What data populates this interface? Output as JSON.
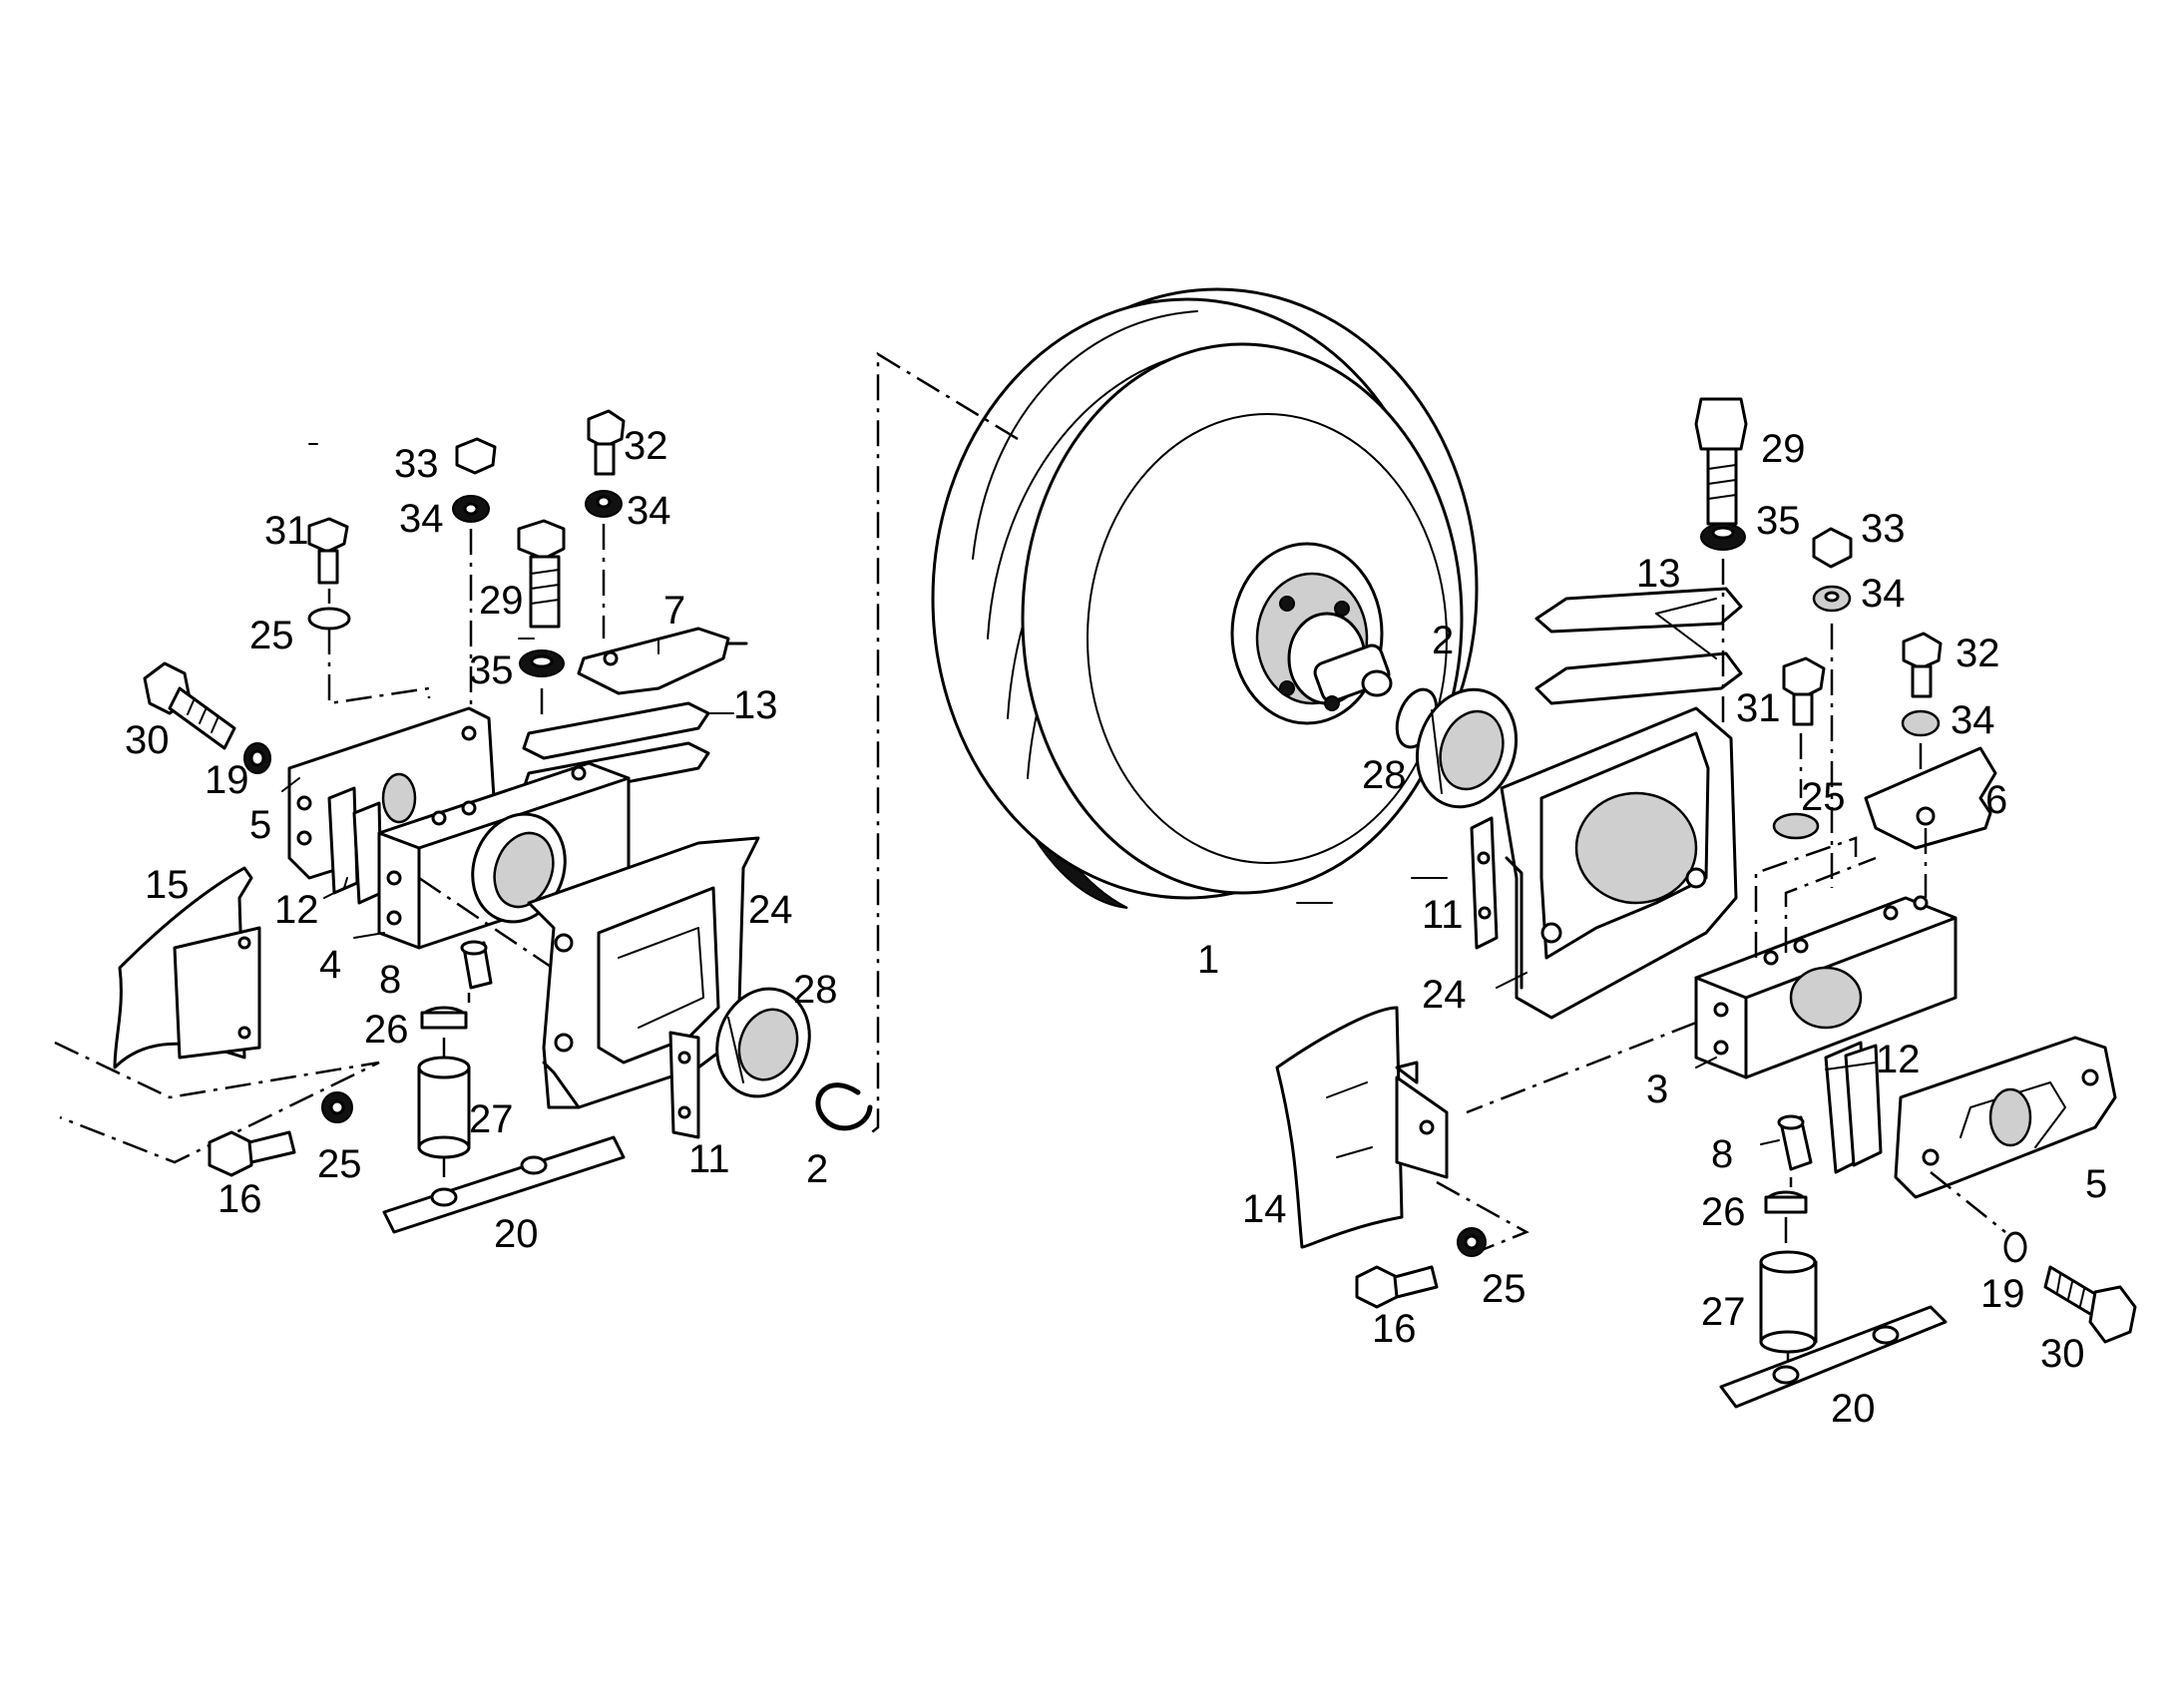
{
  "diagram": {
    "callouts": {
      "c1": "1",
      "c2_left": "2",
      "c2_right": "2",
      "c3": "3",
      "c4": "4",
      "c5_left": "5",
      "c5_right": "5",
      "c6": "6",
      "c7": "7",
      "c8_left": "8",
      "c8_right": "8",
      "c11_left": "11",
      "c11_right": "11",
      "c12_left": "12",
      "c12_right": "12",
      "c13_left": "13",
      "c13_right": "13",
      "c14": "14",
      "c15": "15",
      "c16_left": "16",
      "c16_right": "16",
      "c19_left": "19",
      "c19_right": "19",
      "c20_left": "20",
      "c20_right": "20",
      "c24_left": "24",
      "c24_right": "24",
      "c25_left_top": "25",
      "c25_left_bottom": "25",
      "c25_right_top": "25",
      "c25_right_bottom": "25",
      "c26_left": "26",
      "c26_right": "26",
      "c27_left": "27",
      "c27_right": "27",
      "c28_left": "28",
      "c28_right": "28",
      "c29_left": "29",
      "c29_right": "29",
      "c30_left": "30",
      "c30_right": "30",
      "c31_left": "31",
      "c31_right": "31",
      "c32_left": "32",
      "c32_right": "32",
      "c33_left": "33",
      "c33_right": "33",
      "c34_left_a": "34",
      "c34_left_b": "34",
      "c34_right_a": "34",
      "c34_right_b": "34",
      "c35_left": "35",
      "c35_right": "35"
    }
  }
}
